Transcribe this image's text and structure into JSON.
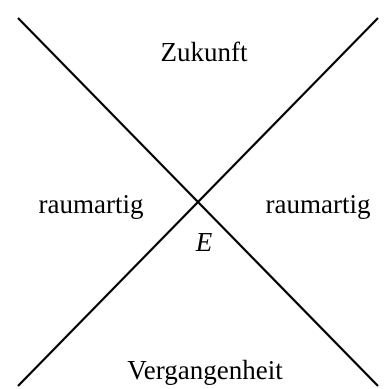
{
  "labels": {
    "top": "Zukunft",
    "left": "raumartig",
    "right": "raumartig",
    "bottom": "Vergangenheit",
    "event": "E"
  },
  "colors": {
    "line": "#000000",
    "background": "#ffffff"
  }
}
